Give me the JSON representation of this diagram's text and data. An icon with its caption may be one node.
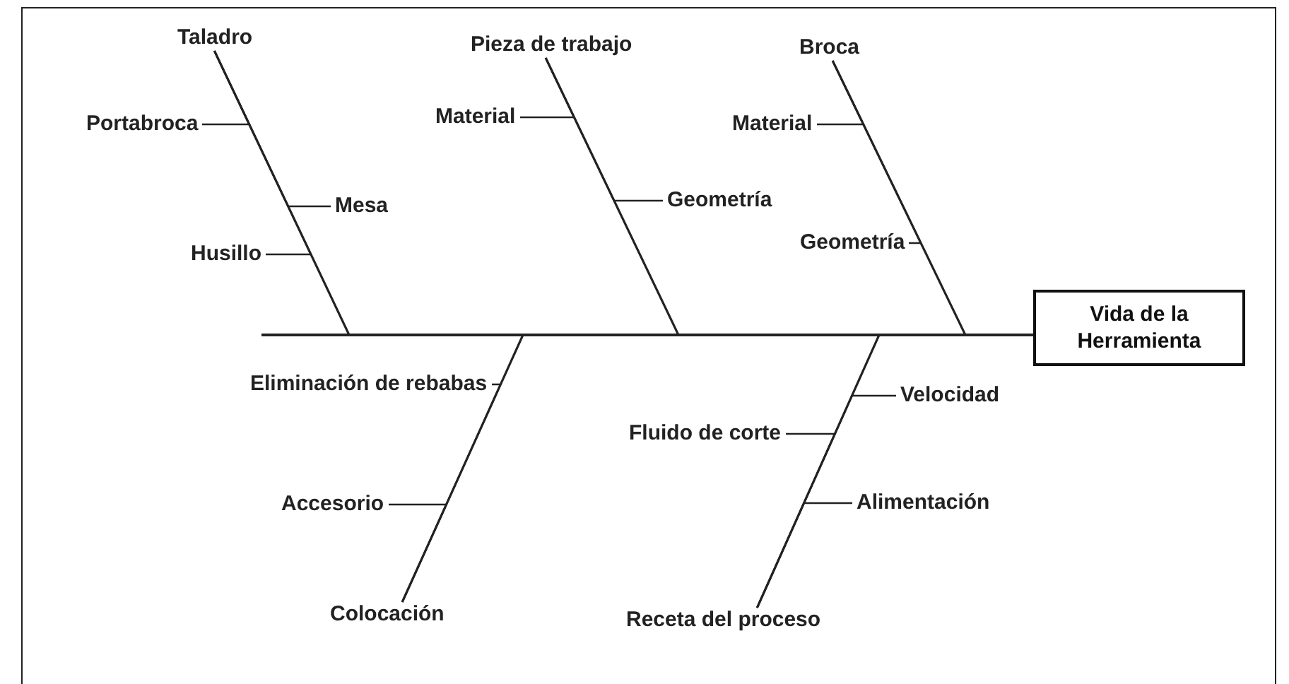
{
  "diagram": {
    "nodes": [
      {
        "text": [
          "Taladro"
        ]
      },
      {
        "text": [
          "Portabroca"
        ]
      },
      {
        "text": [
          "Mesa"
        ]
      },
      {
        "text": [
          "Husillo"
        ]
      },
      {
        "text": [
          "Pieza de trabajo"
        ]
      },
      {
        "text": [
          "Material"
        ]
      },
      {
        "text": [
          "Geometría"
        ]
      },
      {
        "text": [
          "Broca"
        ]
      },
      {
        "text": [
          "Material"
        ]
      },
      {
        "text": [
          "Geometría"
        ]
      },
      {
        "text": [
          "Vida de la Herramienta"
        ]
      },
      {
        "text": [
          "Eliminación de rebabas"
        ]
      },
      {
        "text": [
          "Accesorio"
        ]
      },
      {
        "text": [
          "Colocación"
        ]
      },
      {
        "text": [
          "Velocidad"
        ]
      },
      {
        "text": [
          "Fluido de corte"
        ]
      },
      {
        "text": [
          "Alimentación"
        ]
      },
      {
        "text": [
          "Receta del proceso"
        ]
      }
    ],
    "edges": [
      {
        "from": 1,
        "to": 0,
        "arrow": "none"
      },
      {
        "from": 2,
        "to": 0,
        "arrow": "none"
      },
      {
        "from": 3,
        "to": 0,
        "arrow": "none"
      },
      {
        "from": 5,
        "to": 4,
        "arrow": "none"
      },
      {
        "from": 6,
        "to": 4,
        "arrow": "none"
      },
      {
        "from": 8,
        "to": 7,
        "arrow": "none"
      },
      {
        "from": 9,
        "to": 7,
        "arrow": "none"
      },
      {
        "from": 0,
        "to": 10,
        "arrow": "none"
      },
      {
        "from": 4,
        "to": 10,
        "arrow": "none"
      },
      {
        "from": 7,
        "to": 10,
        "arrow": "none"
      },
      {
        "from": 11,
        "to": 13,
        "arrow": "none"
      },
      {
        "from": 12,
        "to": 13,
        "arrow": "none"
      },
      {
        "from": 13,
        "to": 10,
        "arrow": "none"
      },
      {
        "from": 14,
        "to": 17,
        "arrow": "none"
      },
      {
        "from": 15,
        "to": 17,
        "arrow": "none"
      },
      {
        "from": 16,
        "to": 17,
        "arrow": "none"
      },
      {
        "from": 17,
        "to": 10,
        "arrow": "none"
      }
    ]
  }
}
